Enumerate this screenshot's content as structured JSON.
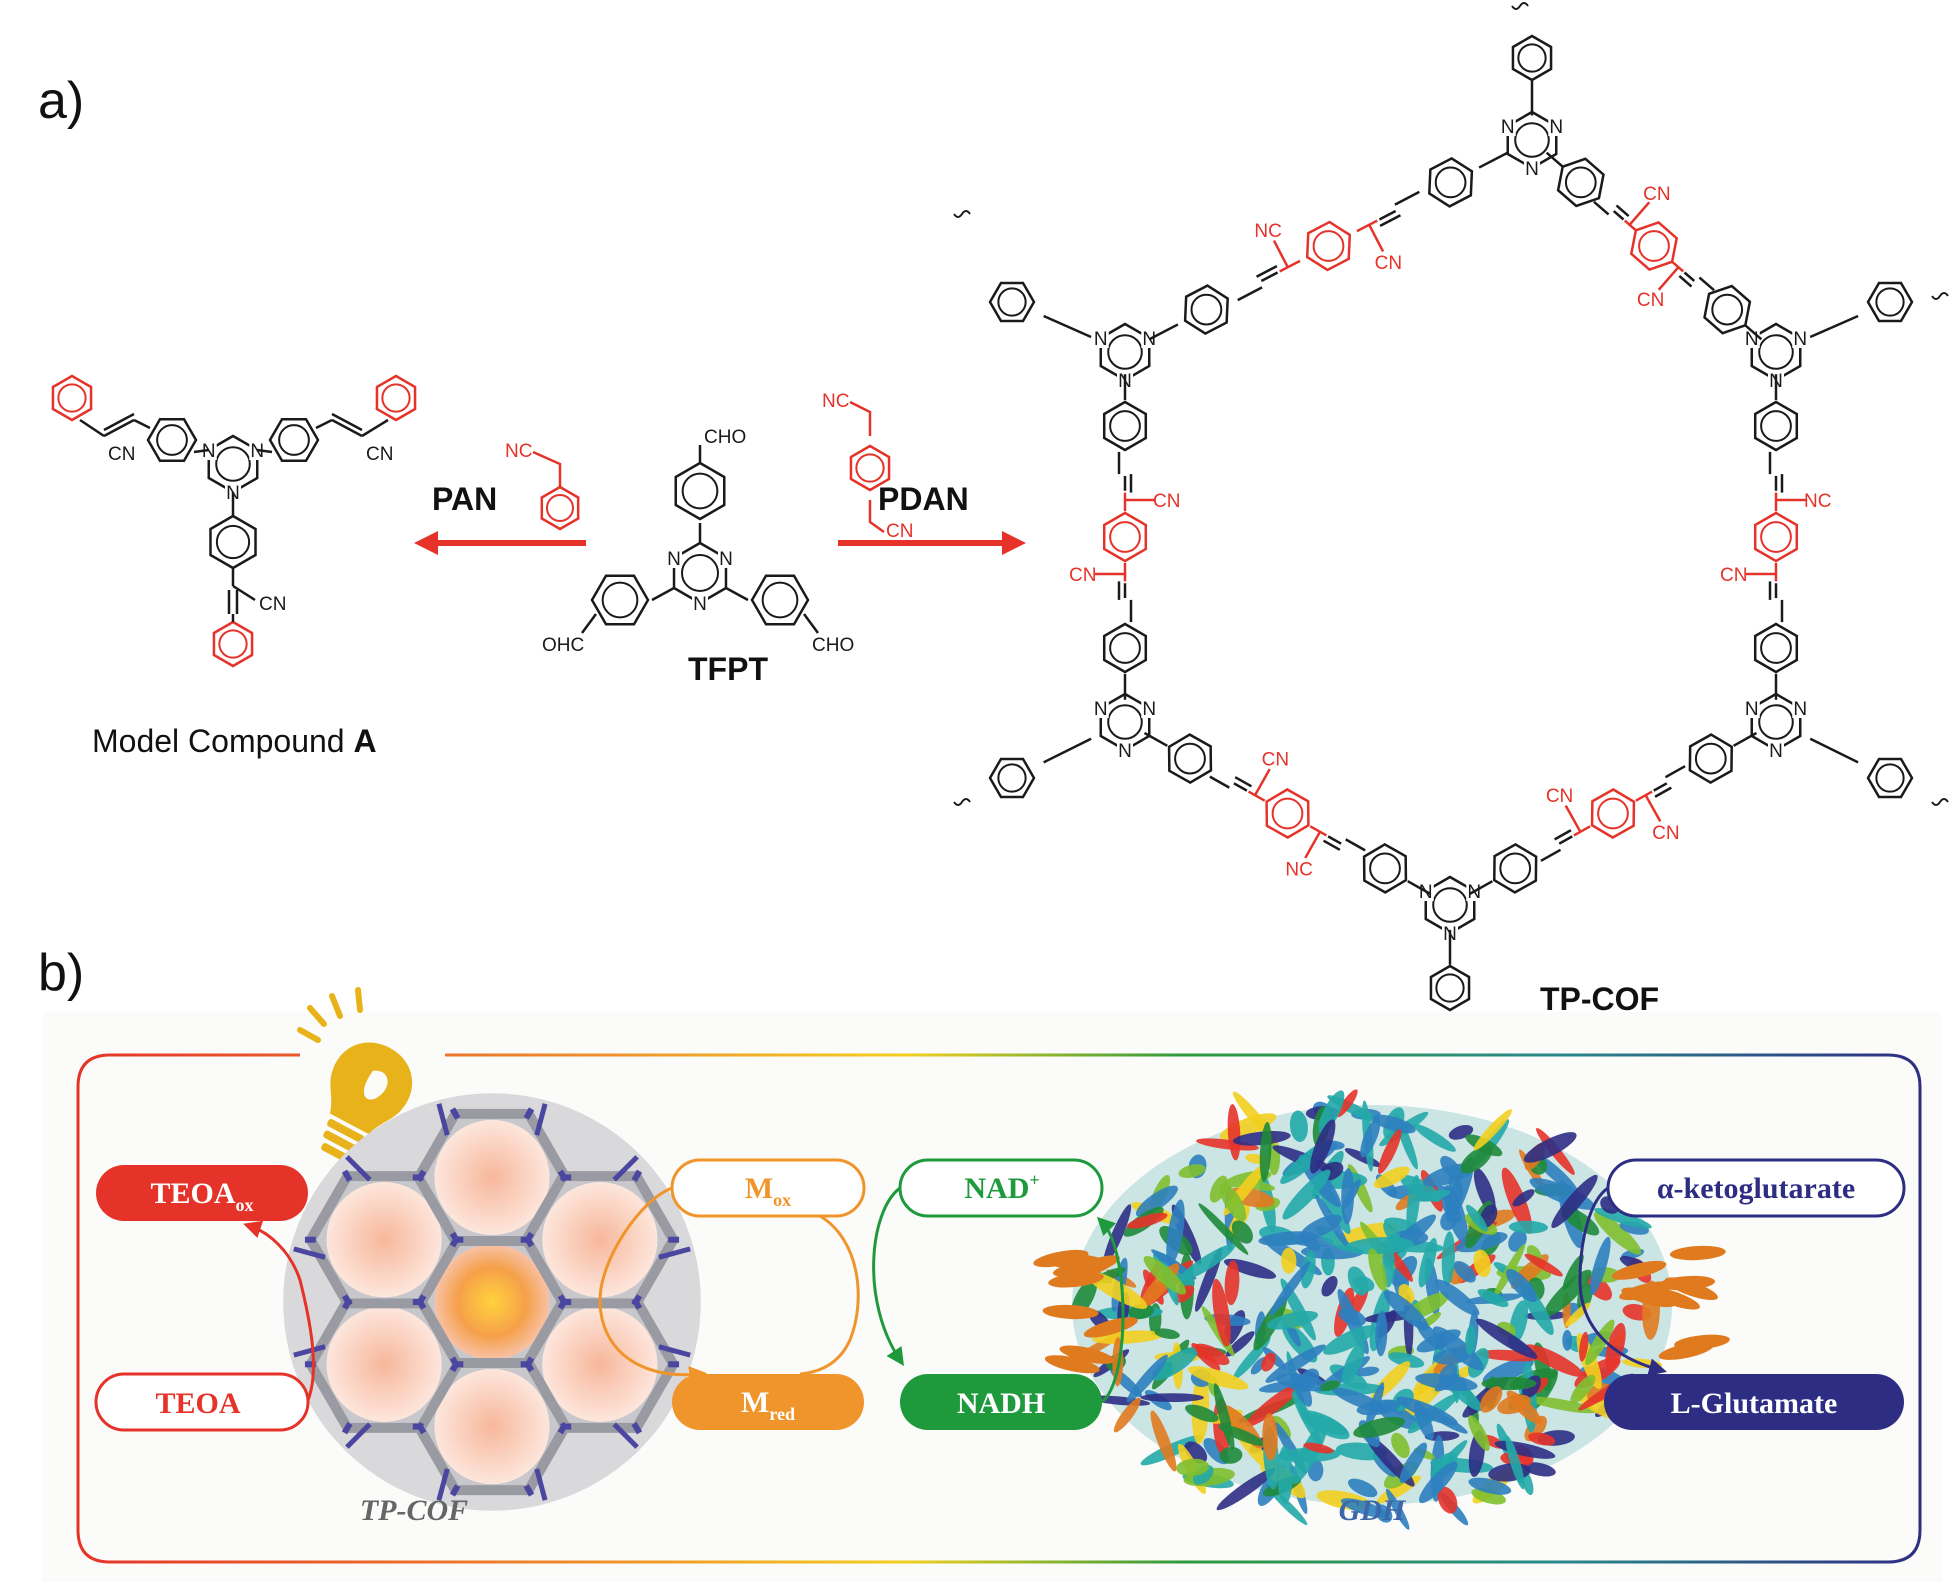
{
  "panel_a": {
    "label": "a)",
    "center_molecule": {
      "name": "TFPT",
      "substituent": "CHO",
      "substituent_left": "OHC"
    },
    "left_reagent": {
      "name": "PAN",
      "group": "NC"
    },
    "right_reagent": {
      "name": "PDAN",
      "group_top": "NC",
      "group_bottom": "CN"
    },
    "model_compound": {
      "caption_prefix": "Model Compound ",
      "caption_bold": "A",
      "group": "CN"
    },
    "cof": {
      "name": "TP-COF",
      "group_cn": "CN",
      "group_nc": "NC"
    },
    "triazine_atom": "N"
  },
  "panel_b": {
    "label": "b)",
    "pills": {
      "teoa_ox": {
        "main": "TEOA",
        "sub": "ox"
      },
      "teoa": {
        "main": "TEOA"
      },
      "m_ox": {
        "main": "M",
        "sub": "ox"
      },
      "m_red": {
        "main": "M",
        "sub": "red"
      },
      "nad": {
        "main": "NAD",
        "sup": "+"
      },
      "nadh": {
        "main": "NADH"
      },
      "keto": {
        "main": "α-ketoglutarate"
      },
      "glu": {
        "main": "L-Glutamate"
      }
    },
    "captions": {
      "cof": "TP-COF",
      "enzyme": "GDH"
    },
    "colors": {
      "red": "#e5332a",
      "orange": "#f0952b",
      "green": "#1e9a3c",
      "navy": "#2e2d84",
      "cof_caption": "#666666",
      "gdh_caption": "#3c67a8",
      "bulb": "#e8b21a"
    }
  }
}
